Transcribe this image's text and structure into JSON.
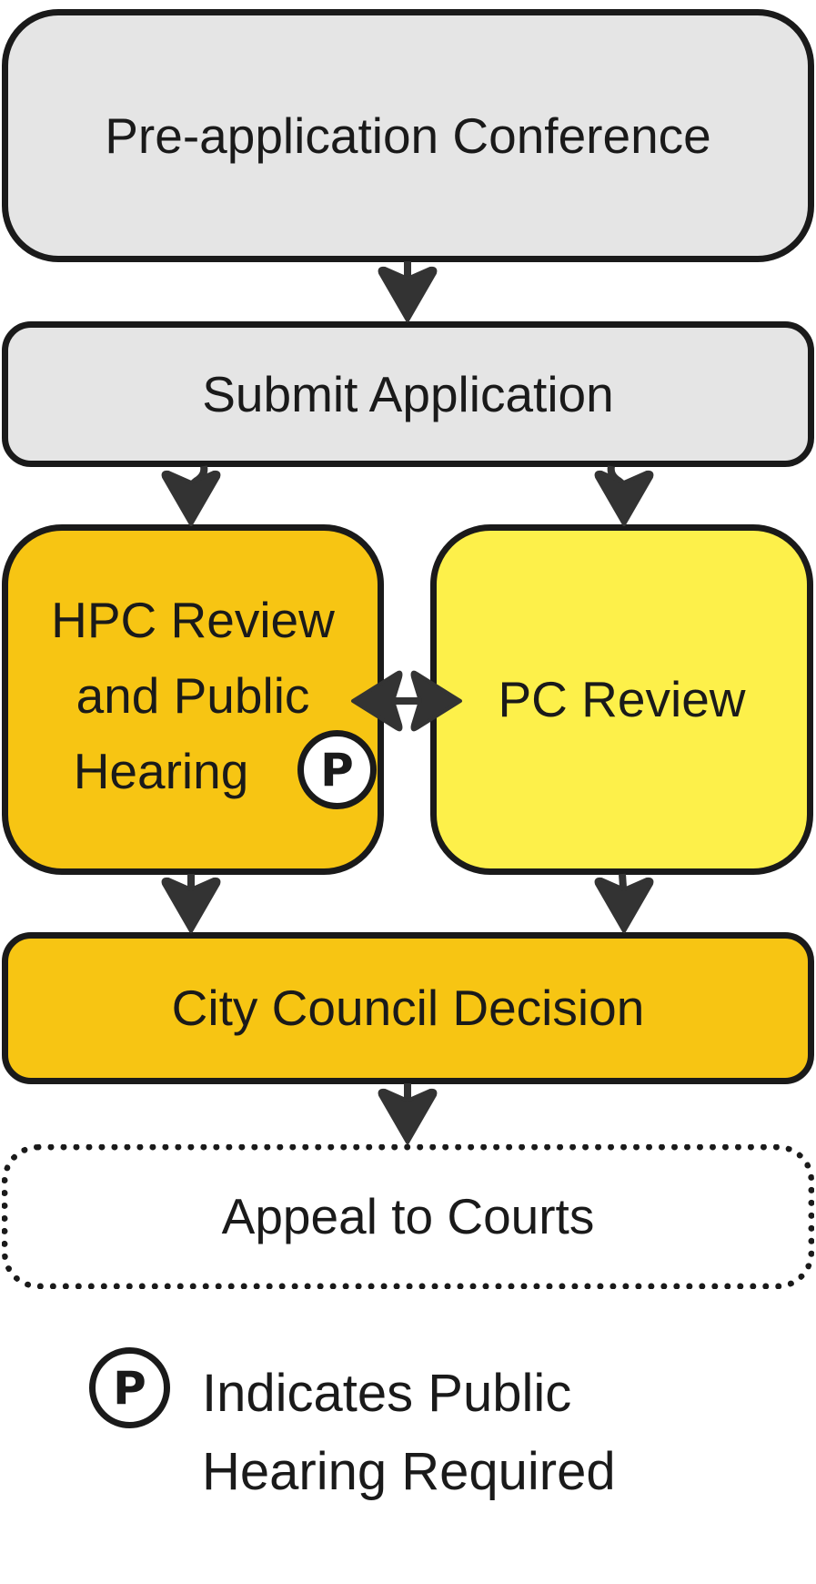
{
  "diagram": {
    "title": "Review process flowchart",
    "colors": {
      "neutral_fill": "#e5e5e5",
      "hpc_fill": "#f7c513",
      "pc_fill": "#fdf04a",
      "council_fill": "#f7c513",
      "border": "#1a1a1a",
      "arrow": "#333333"
    },
    "steps": {
      "preapp": "Pre-application Conference",
      "submit": "Submit Application",
      "hpc_lines": [
        "HPC Review",
        "and Public",
        "Hearing"
      ],
      "pc": "PC Review",
      "council": "City Council Decision",
      "appeal": "Appeal to Courts"
    },
    "badge_symbol": "P",
    "edges": [
      {
        "from": "preapp",
        "to": "submit",
        "type": "one-way"
      },
      {
        "from": "submit",
        "to": "hpc",
        "type": "one-way"
      },
      {
        "from": "submit",
        "to": "pc",
        "type": "one-way"
      },
      {
        "from": "hpc",
        "to": "pc",
        "type": "two-way"
      },
      {
        "from": "hpc",
        "to": "council",
        "type": "one-way"
      },
      {
        "from": "pc",
        "to": "council",
        "type": "one-way"
      },
      {
        "from": "council",
        "to": "appeal",
        "type": "one-way"
      }
    ]
  },
  "legend": {
    "symbol": "P",
    "lines": [
      "Indicates Public",
      "Hearing Required"
    ]
  }
}
